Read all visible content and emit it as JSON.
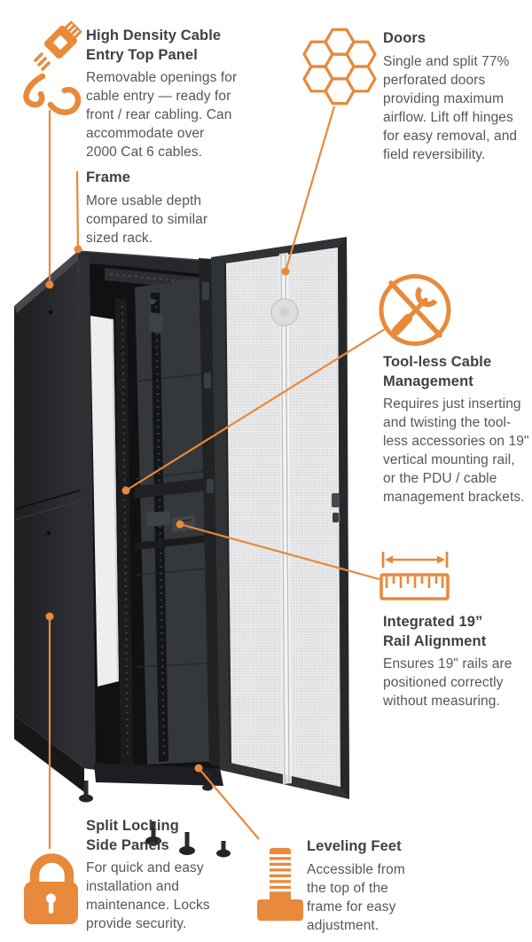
{
  "accent_color": "#E8893B",
  "heading_color": "#414042",
  "body_color": "#56575B",
  "features": [
    {
      "id": "cable_entry",
      "icon": "ethernet-cable-icon",
      "title": "High Density Cable\nEntry Top Panel",
      "body": "Removable openings for\ncable entry — ready for\nfront / rear cabling. Can\naccommodate over\n2000 Cat 6 cables."
    },
    {
      "id": "doors",
      "icon": "honeycomb-icon",
      "title": "Doors",
      "body": "Single and split 77%\nperforated doors\nproviding maximum\nairflow. Lift off hinges\nfor easy removal, and\nfield reversibility."
    },
    {
      "id": "frame",
      "icon": "none",
      "title": "Frame",
      "body": "More usable depth\ncompared to similar\nsized rack."
    },
    {
      "id": "toolless_cable_management",
      "icon": "no-tools-icon",
      "title": "Tool-less Cable\nManagement",
      "body": "Requires just inserting\nand twisting the tool-\nless accessories on 19\"\nvertical mounting rail,\nor the PDU / cable\nmanagement brackets."
    },
    {
      "id": "rail_alignment",
      "icon": "ruler-icon",
      "title": "Integrated 19”\nRail Alignment",
      "body": "Ensures 19\" rails are\npositioned correctly\nwithout measuring."
    },
    {
      "id": "side_panels",
      "icon": "padlock-icon",
      "title": "Split Locking\nSide Panels",
      "body": "For quick and easy\ninstallation and\nmaintenance. Locks\nprovide security."
    },
    {
      "id": "leveling_feet",
      "icon": "leveling-bolt-icon",
      "title": "Leveling Feet",
      "body": "Accessible from\nthe top of the\nframe for easy\nadjustment."
    }
  ]
}
